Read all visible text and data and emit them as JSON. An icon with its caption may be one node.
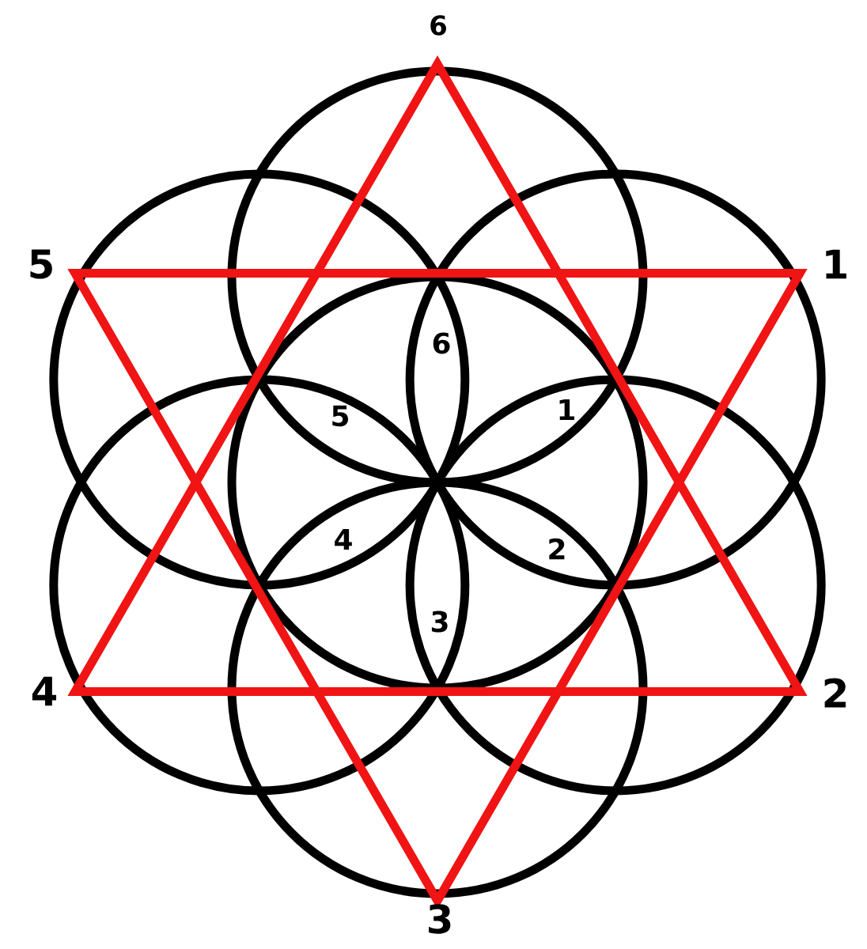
{
  "diagram": {
    "labels": [
      "6",
      "5",
      "1",
      "6",
      "5",
      "1",
      "4",
      "2",
      "3",
      "4",
      "2",
      "3"
    ]
  }
}
